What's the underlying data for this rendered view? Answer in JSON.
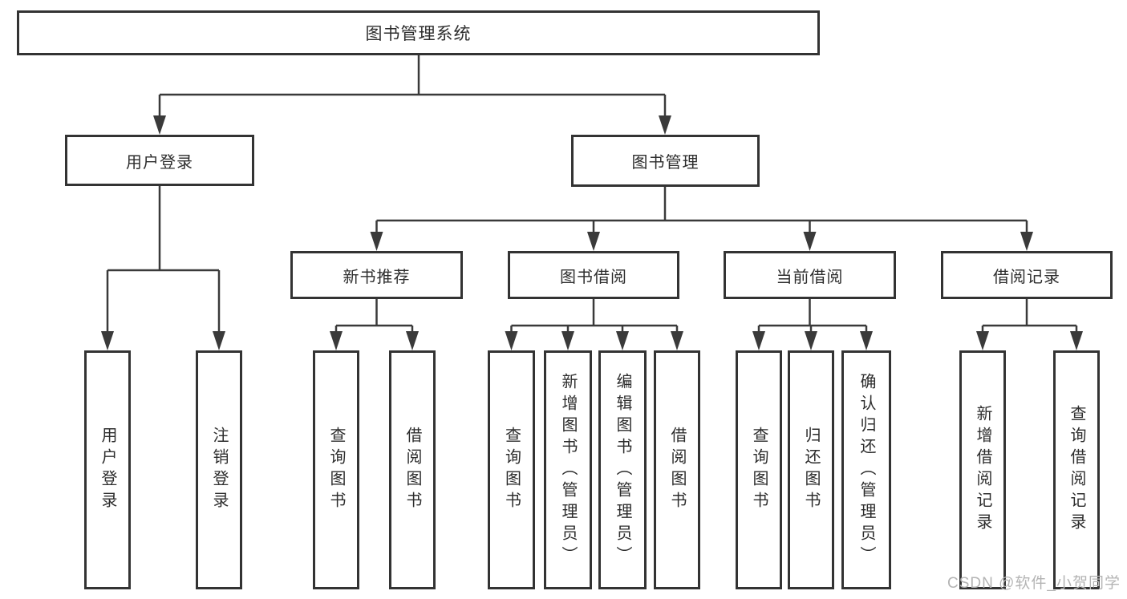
{
  "diagram": {
    "title_node": {
      "label": "图书管理系统"
    },
    "level2": [
      {
        "label": "用户登录"
      },
      {
        "label": "图书管理"
      }
    ],
    "level3": [
      {
        "label": "新书推荐",
        "parent": "图书管理"
      },
      {
        "label": "图书借阅",
        "parent": "图书管理"
      },
      {
        "label": "当前借阅",
        "parent": "图书管理"
      },
      {
        "label": "借阅记录",
        "parent": "图书管理"
      }
    ],
    "leaves": [
      {
        "label": "用户登录",
        "parent": "用户登录"
      },
      {
        "label": "注销登录",
        "parent": "用户登录"
      },
      {
        "label": "查询图书",
        "parent": "新书推荐"
      },
      {
        "label": "借阅图书",
        "parent": "新书推荐"
      },
      {
        "label": "查询图书",
        "parent": "图书借阅"
      },
      {
        "label": "新增图书（管理员）",
        "parent": "图书借阅"
      },
      {
        "label": "编辑图书（管理员）",
        "parent": "图书借阅"
      },
      {
        "label": "借阅图书",
        "parent": "图书借阅"
      },
      {
        "label": "查询图书",
        "parent": "当前借阅"
      },
      {
        "label": "归还图书",
        "parent": "当前借阅"
      },
      {
        "label": "确认归还（管理员）",
        "parent": "当前借阅"
      },
      {
        "label": "新增借阅记录",
        "parent": "借阅记录"
      },
      {
        "label": "查询借阅记录",
        "parent": "借阅记录"
      }
    ]
  },
  "watermark": {
    "text": "CSDN @软件_小贺同学"
  },
  "colors": {
    "line": "#3a3a3a",
    "box_border": "#333333",
    "text": "#2d2d2d",
    "watermark": "#b4b4b4",
    "background": "#ffffff"
  }
}
